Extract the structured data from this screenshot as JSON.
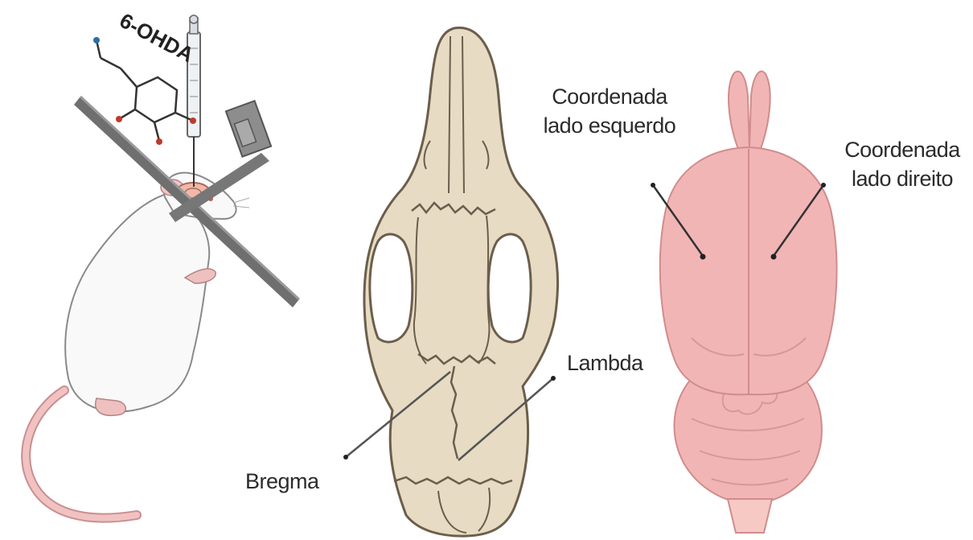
{
  "compound": "6-OHDA",
  "labels": {
    "coord_left": [
      "Coordenada",
      "lado esquerdo"
    ],
    "coord_right": [
      "Coordenada",
      "lado direito"
    ],
    "lambda": "Lambda",
    "bregma": "Bregma"
  },
  "colors": {
    "skull_fill": "#e7dbc3",
    "skull_stroke": "#6b5e4c",
    "brain_fill": "#f2b5b5",
    "brain_stroke": "#d08c8c",
    "rat_fill": "#f9f9f9",
    "tail": "#e8aeae",
    "bar": "#6f6f6f"
  }
}
